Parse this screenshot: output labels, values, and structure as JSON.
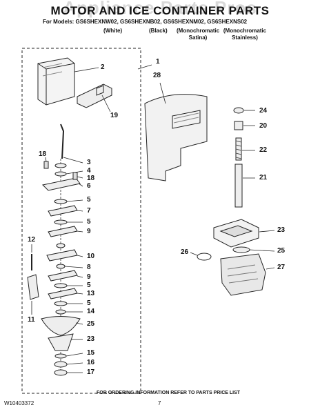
{
  "header": {
    "title": "MOTOR AND ICE CONTAINER PARTS",
    "watermark": "Appliance Parts Pros",
    "models_line": "For Models: GS6SHEXNW02, GS6SHEXNB02, GS6SHEXNM02, GS6SHEXNS02",
    "columns": [
      "(White)",
      "(Black)",
      "(Monochromatic Satina)",
      "(Monochromatic Stainless)"
    ]
  },
  "callouts": [
    "1",
    "2",
    "19",
    "28",
    "24",
    "20",
    "22",
    "21",
    "18",
    "3",
    "4",
    "18",
    "6",
    "5",
    "7",
    "5",
    "9",
    "12",
    "10",
    "8",
    "9",
    "5",
    "13",
    "5",
    "14",
    "11",
    "25",
    "23",
    "15",
    "16",
    "17",
    "23",
    "26",
    "25",
    "27"
  ],
  "footer": {
    "doc_number": "W10403372",
    "page_number": "7",
    "ordering_note": "FOR ORDERING INFORMATION REFER TO PARTS PRICE LIST"
  }
}
